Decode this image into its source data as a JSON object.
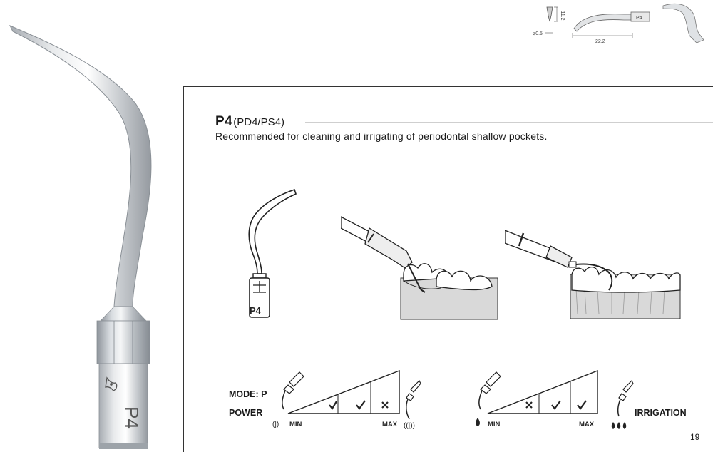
{
  "tip_marking": "P4",
  "spec": {
    "diameter": "⌀0.5",
    "height": "11.2",
    "length": "22.2",
    "tip_label": "P4"
  },
  "title": {
    "main": "P4",
    "sub": "(PD4/PS4)"
  },
  "description": "Recommended for cleaning and irrigating of periodontal shallow pockets.",
  "illustration": {
    "tip_label": "P4"
  },
  "settings": {
    "mode_label": "MODE: P",
    "power": {
      "label": "POWER",
      "min": "MIN",
      "max": "MAX",
      "levels": [
        "check",
        "check",
        "cross"
      ]
    },
    "irrigation": {
      "label": "IRRIGATION",
      "min": "MIN",
      "max": "MAX",
      "levels": [
        "cross",
        "check",
        "check"
      ]
    }
  },
  "page_number": "19",
  "colors": {
    "text": "#1a1a1a",
    "metal_light": "#eef0f2",
    "metal_dark": "#9aa0a6",
    "gum": "#d9d9d9"
  }
}
